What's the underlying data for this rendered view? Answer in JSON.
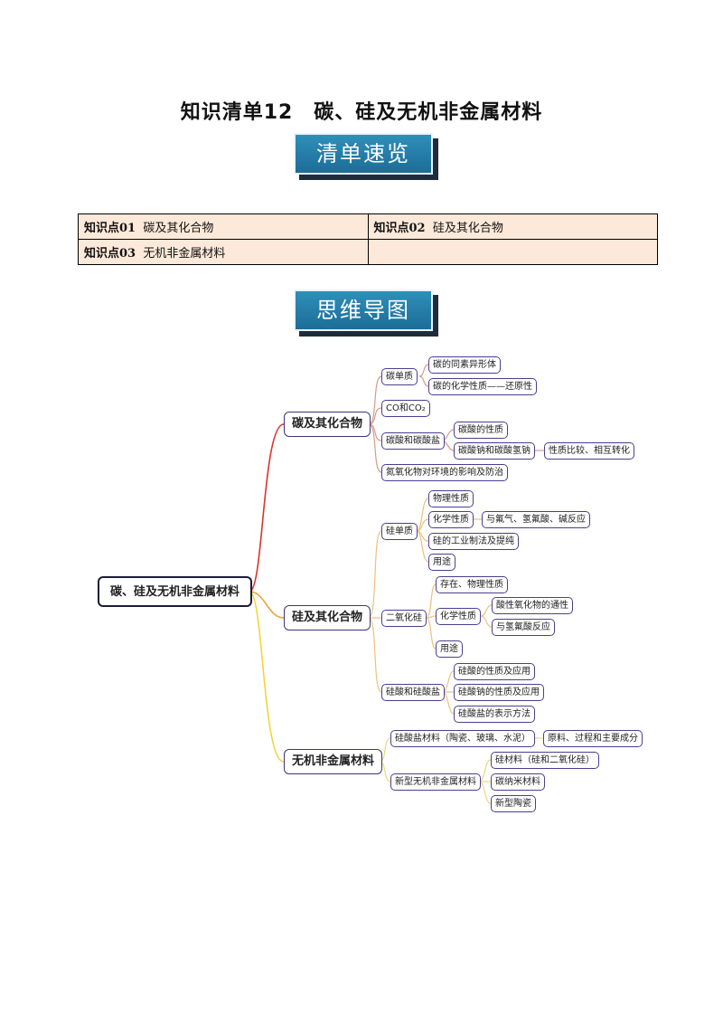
{
  "title": "知识清单12　碳、硅及无机非金属材料",
  "banners": {
    "list": "清单速览",
    "map": "思维导图"
  },
  "toc": {
    "r1c1_bold": "知识点01",
    "r1c1_text": "碳及其化合物",
    "r1c2_bold": "知识点02",
    "r1c2_text": "硅及其化合物",
    "r2c1_bold": "知识点03",
    "r2c1_text": "无机非金属材料",
    "r2c2_text": ""
  },
  "mindmap": {
    "root": "碳、硅及无机非金属材料",
    "carbon": {
      "label": "碳及其化合物",
      "elem": "碳单质",
      "allotrope": "碳的同素异形体",
      "chem": "碳的化学性质——还原性",
      "co": "CO和CO₂",
      "carbonates": "碳酸和碳酸盐",
      "acid_prop": "碳酸的性质",
      "na": "碳酸钠和碳酸氢钠",
      "compare": "性质比较、相互转化",
      "nox": "氮氧化物对环境的影响及防治"
    },
    "silicon": {
      "label": "硅及其化合物",
      "elem": "硅单质",
      "phys": "物理性质",
      "chem": "化学性质",
      "react": "与氟气、氢氟酸、碱反应",
      "industry": "硅的工业制法及提纯",
      "use": "用途",
      "sio2": "二氧化硅",
      "exist": "存在、物理性质",
      "sio2_chem": "化学性质",
      "acidic": "酸性氧化物的通性",
      "hf": "与氢氟酸反应",
      "sio2_use": "用途",
      "silicates": "硅酸和硅酸盐",
      "acid_use": "硅酸的性质及应用",
      "na_use": "硅酸钠的性质及应用",
      "repr": "硅酸盐的表示方法"
    },
    "material": {
      "label": "无机非金属材料",
      "silicate_mat": "硅酸盐材料（陶瓷、玻璃、水泥）",
      "raw": "原料、过程和主要成分",
      "new_mat": "新型无机非金属材料",
      "si_mat": "硅材料（硅和二氧化硅）",
      "nano": "碳纳米材料",
      "ceramic": "新型陶瓷"
    }
  }
}
